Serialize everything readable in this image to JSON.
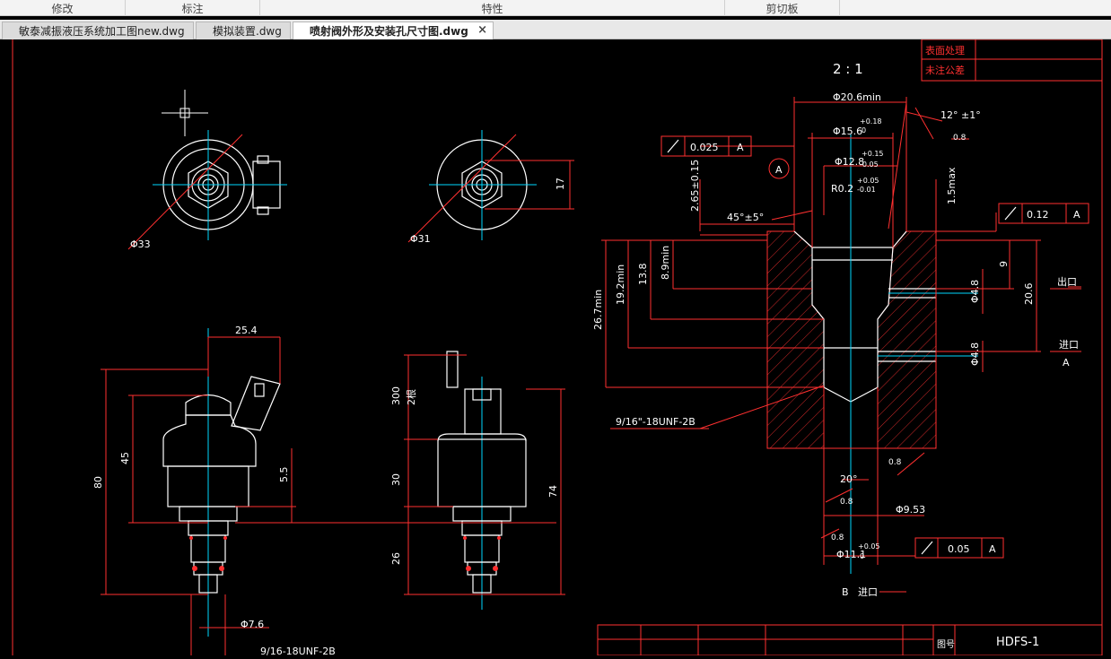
{
  "ribbon": {
    "groups": [
      "修改",
      "标注",
      "特性",
      "剪切板"
    ]
  },
  "tabs": [
    {
      "label": "敏泰减振液压系统加工图new.dwg",
      "active": false
    },
    {
      "label": "模拟装置.dwg",
      "active": false
    },
    {
      "label": "喷射阀外形及安装孔尺寸图.dwg",
      "active": true
    }
  ],
  "tab_close_glyph": "×",
  "drawing": {
    "scale": "2 : 1",
    "notes_table": [
      "表面处理",
      "未注公差"
    ],
    "left_views": {
      "dia_33": "Φ33",
      "dia_31": "Φ31",
      "dim_17": "17",
      "dim_25_4": "25.4",
      "dim_45": "45",
      "dim_80": "80",
      "dim_5_5": "5.5",
      "dim_300": "300",
      "wire_count": "2根",
      "dim_30": "30",
      "dim_74": "74",
      "dim_26": "26",
      "dia_7_6": "Φ7.6",
      "thread_bottom": "9/16-18UNF-2B"
    },
    "section": {
      "dia_20_6": "Φ20.6min",
      "dia_15_6": "Φ15.6",
      "tol_15_6_up": "+0.18",
      "tol_15_6_low": "0",
      "dia_12_8": "Φ12.8",
      "tol_12_8_up": "+0.15",
      "tol_12_8_low": "-0.05",
      "radius": "R0.2",
      "tol_r_up": "+0.05",
      "tol_r_low": "-0.01",
      "angle_12": "12° ±1°",
      "rough_0_8a": "0.8",
      "dim_1_5max": "1.5max",
      "dim_2_65": "2.65±0.15",
      "angle_45": "45°±5°",
      "datum_a": "A",
      "fcf_top_value": "0.025",
      "fcf_top_datum": "A",
      "fcf_right_value": "0.12",
      "fcf_right_datum": "A",
      "fcf_bottom_value": "0.05",
      "fcf_bottom_datum": "A",
      "dim_8_9": "8.9min",
      "dim_13_8": "13.8",
      "dim_19_2": "19.2min",
      "dim_26_7": "26.7min",
      "dim_9": "9",
      "dim_20_6": "20.6",
      "dia_4_8a": "Φ4.8",
      "dia_4_8b": "Φ4.8",
      "outlet": "出口",
      "inlet": "进口",
      "inlet_b": "进口",
      "marker_a": "A",
      "marker_b": "B",
      "thread": "9/16\"-18UNF-2B",
      "angle_20": "20°",
      "rough_0_8b": "0.8",
      "rough_0_8c": "0.8",
      "rough_0_8d": "0.8",
      "dia_9_53": "Φ9.53",
      "dia_11_1": "Φ11.1",
      "tol_11_1": "+0.05",
      "tol_11_1_low": "0"
    },
    "title_block": {
      "label": "图号",
      "drawing_number": "HDFS-1"
    }
  }
}
